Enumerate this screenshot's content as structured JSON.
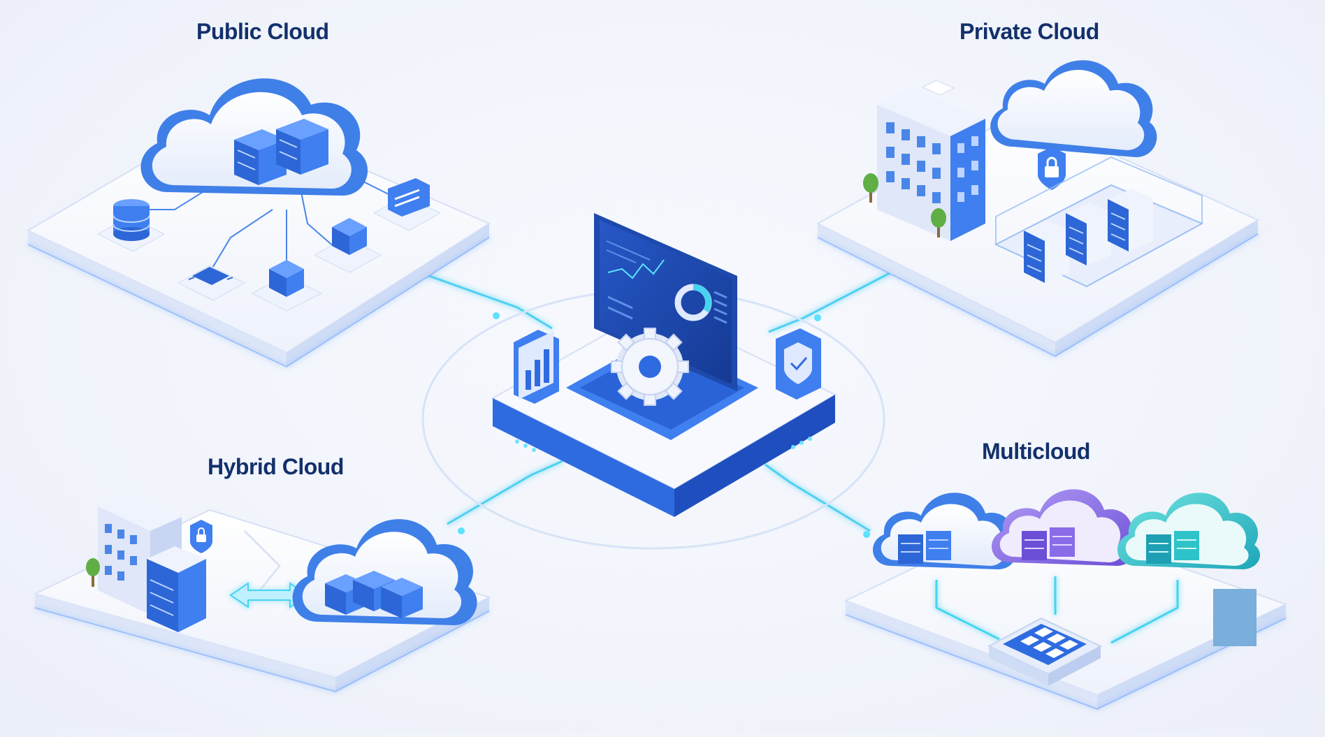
{
  "labels": {
    "public": "Public Cloud",
    "private": "Private Cloud",
    "hybrid": "Hybrid Cloud",
    "multi": "Multicloud"
  },
  "colors": {
    "title": "#12306b",
    "primary": "#2f6be0",
    "primary_dark": "#1f4fbf",
    "accent_cyan": "#47d3f0",
    "accent_purple": "#8a6be8",
    "accent_teal": "#2ec3c9",
    "platform": "#f3f6fc",
    "platform_edge": "#c9d6f2"
  },
  "icons": [
    "cloud-icon",
    "server-rack-icon",
    "database-icon",
    "chip-icon",
    "box-icon",
    "document-icon",
    "building-icon",
    "lock-icon",
    "shield-icon",
    "gear-icon",
    "bar-chart-icon",
    "line-chart-icon",
    "donut-chart-icon",
    "grid-hub-icon",
    "bidirectional-arrow-icon",
    "tree-icon"
  ]
}
